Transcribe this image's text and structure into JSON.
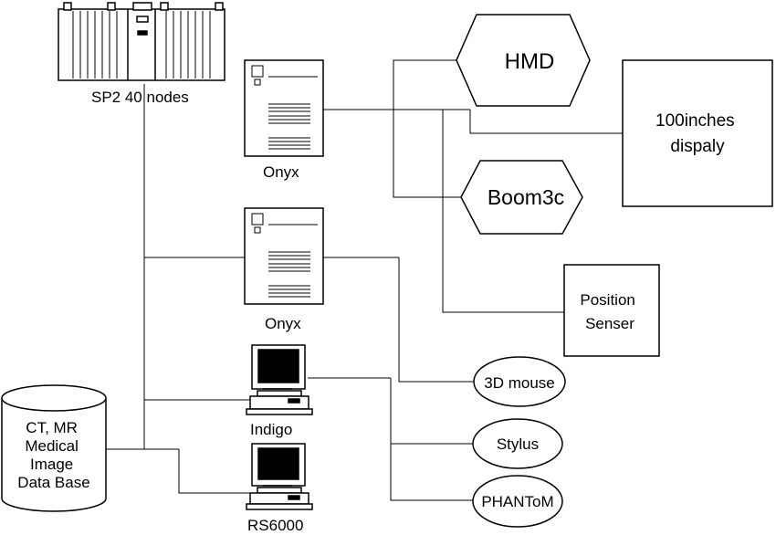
{
  "diagram": {
    "supercomputer": {
      "label": "SP2 40 nodes"
    },
    "onyx_top": {
      "label": "Onyx"
    },
    "onyx_bottom": {
      "label": "Onyx"
    },
    "indigo": {
      "label": "Indigo"
    },
    "rs6000": {
      "label": "RS6000"
    },
    "database": {
      "lines": [
        "CT, MR",
        "Medical",
        "Image",
        "Data Base"
      ]
    },
    "hmd": {
      "label": "HMD"
    },
    "boom": {
      "label": "Boom3c"
    },
    "display": {
      "lines": [
        "100inches",
        "dispaly"
      ]
    },
    "position_sensor": {
      "lines": [
        "Position",
        "Senser"
      ]
    },
    "mouse3d": {
      "label": "3D mouse"
    },
    "stylus": {
      "label": "Stylus"
    },
    "phantom": {
      "label": "PHANToM"
    }
  }
}
